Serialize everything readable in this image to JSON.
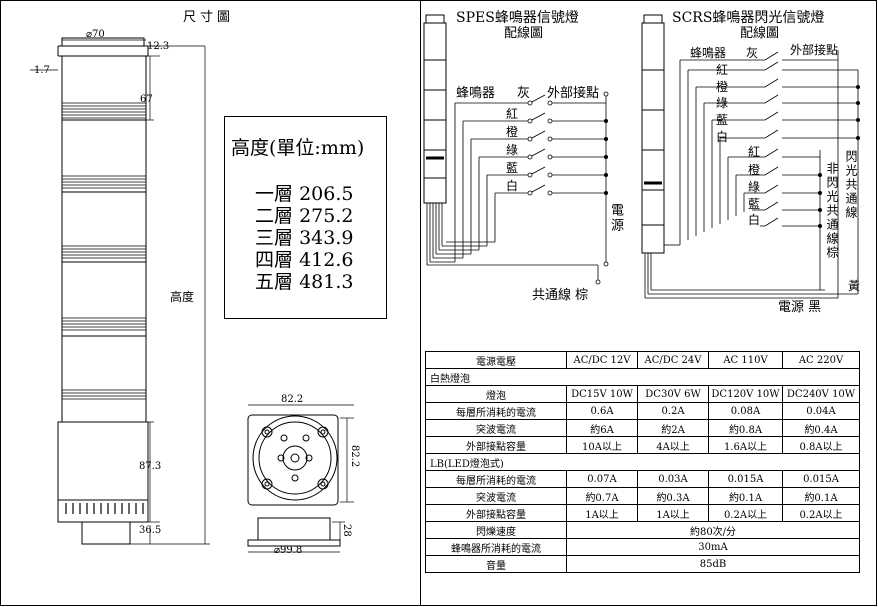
{
  "left_panel": {
    "title": "尺寸圖",
    "dims": {
      "top_diameter": "⌀70",
      "cap_height": "12.3",
      "rim": "1.7",
      "module_height": "67",
      "total_height_label": "高度",
      "base_height": "87.3",
      "bottom_height": "36.5",
      "base_width": "82.2",
      "base_depth": "82.2",
      "flange_height": "28",
      "flange_diameter": "⌀99.8"
    },
    "height_box": {
      "title": "高度(單位:mm)",
      "rows": [
        {
          "label": "一層",
          "value": "206.5"
        },
        {
          "label": "二層",
          "value": "275.2"
        },
        {
          "label": "三層",
          "value": "343.9"
        },
        {
          "label": "四層",
          "value": "412.6"
        },
        {
          "label": "五層",
          "value": "481.3"
        }
      ]
    }
  },
  "spes": {
    "title_line1": "SPES蜂鳴器信號燈",
    "title_line2": "配線圖",
    "buzzer": "蜂鳴器",
    "gray": "灰",
    "external": "外部接點",
    "colors": [
      "紅",
      "橙",
      "綠",
      "藍",
      "白"
    ],
    "power": "電源",
    "common": "共通線 棕"
  },
  "scrs": {
    "title_line1": "SCRS蜂鳴器閃光信號燈",
    "title_line2": "配線圖",
    "buzzer": "蜂鳴器",
    "gray": "灰",
    "external": "外部接點",
    "flash_colors": [
      "紅",
      "橙",
      "綠",
      "藍",
      "白"
    ],
    "steady_colors": [
      "紅",
      "橙",
      "綠",
      "藍",
      "白"
    ],
    "flash_common": "閃光共通線",
    "steady_common": "非閃光共通線棕",
    "yellow": "黃",
    "power": "電源 黑"
  },
  "spec_table": {
    "header": [
      "電源電壓",
      "AC/DC 12V",
      "AC/DC 24V",
      "AC 110V",
      "AC 220V"
    ],
    "section1": "白熱燈泡",
    "rows1": [
      [
        "燈泡",
        "DC15V 10W",
        "DC30V 6W",
        "DC120V 10W",
        "DC240V 10W"
      ],
      [
        "每層所消耗的電流",
        "0.6A",
        "0.2A",
        "0.08A",
        "0.04A"
      ],
      [
        "突波電流",
        "約6A",
        "約2A",
        "約0.8A",
        "約0.4A"
      ],
      [
        "外部接點容量",
        "10A以上",
        "4A以上",
        "1.6A以上",
        "0.8A以上"
      ]
    ],
    "section2": "LB(LED燈泡式)",
    "rows2": [
      [
        "每層所消耗的電流",
        "0.07A",
        "0.03A",
        "0.015A",
        "0.015A"
      ],
      [
        "突波電流",
        "約0.7A",
        "約0.3A",
        "約0.1A",
        "約0.1A"
      ],
      [
        "外部接點容量",
        "1A以上",
        "1A以上",
        "0.2A以上",
        "0.2A以上"
      ]
    ],
    "rows3": [
      [
        "閃爍速度",
        "約80次/分"
      ],
      [
        "蜂鳴器所消耗的電流",
        "30mA"
      ],
      [
        "音量",
        "85dB"
      ]
    ]
  }
}
